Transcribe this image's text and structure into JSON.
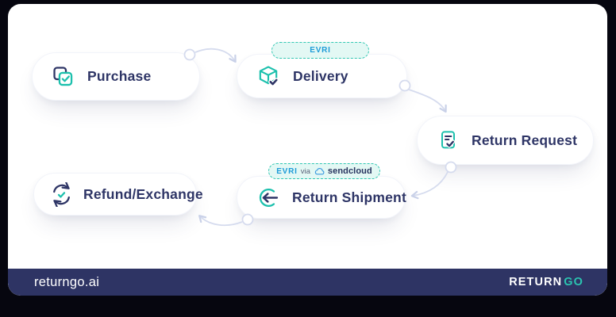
{
  "page": {
    "background": "#07070f"
  },
  "card": {
    "background": "#ffffff"
  },
  "flow": {
    "steps": [
      {
        "label": "Purchase",
        "icon": "copy-check-icon"
      },
      {
        "label": "Delivery",
        "icon": "package-check-icon",
        "badge": {
          "carrier": "EVRI"
        }
      },
      {
        "label": "Return Request",
        "icon": "document-check-icon"
      },
      {
        "label": "Return Shipment",
        "icon": "arrow-left-circle-icon",
        "badge": {
          "carrier": "EVRI",
          "connector": "via",
          "provider": "sendcloud"
        }
      },
      {
        "label": "Refund/Exchange",
        "icon": "refresh-check-icon"
      }
    ],
    "connections": [
      {
        "from": "Purchase",
        "to": "Delivery"
      },
      {
        "from": "Delivery",
        "to": "Return Request"
      },
      {
        "from": "Return Request",
        "to": "Return Shipment"
      },
      {
        "from": "Return Shipment",
        "to": "Refund/Exchange"
      }
    ]
  },
  "footer": {
    "site": "returngo.ai",
    "brand": {
      "return": "RETURN",
      "go": "GO"
    }
  },
  "colors": {
    "navy_text": "#2e3566",
    "teal_accent": "#1cc0ad",
    "badge_background": "#e3f8f4",
    "badge_border": "#30c7b2",
    "evri_blue": "#1d9bd8",
    "via_gray": "#596078",
    "sendcloud_navy": "#27335f",
    "connector_line": "#d5dbee",
    "footer_background": "#2e3464",
    "logo_go_teal": "#2bc4b0"
  }
}
